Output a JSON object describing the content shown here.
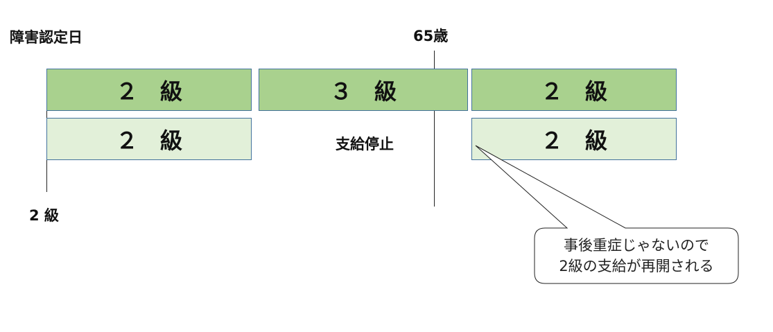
{
  "labels": {
    "certification_date": "障害認定日",
    "age_65": "65歳",
    "initial_grade": "2 級",
    "suspended": "支給停止"
  },
  "upper_row": {
    "box_1": "２　級",
    "box_2": "３　級",
    "box_3": "２　級"
  },
  "lower_row": {
    "box_1": "２　級",
    "box_3": "２　級"
  },
  "callout": {
    "line_1": "事後重症じゃないので",
    "line_2": "2級の支給が再開される"
  },
  "colors": {
    "dark_green": "#a9d18e",
    "light_green": "#e2f0d9",
    "border_blue": "#41719c"
  }
}
